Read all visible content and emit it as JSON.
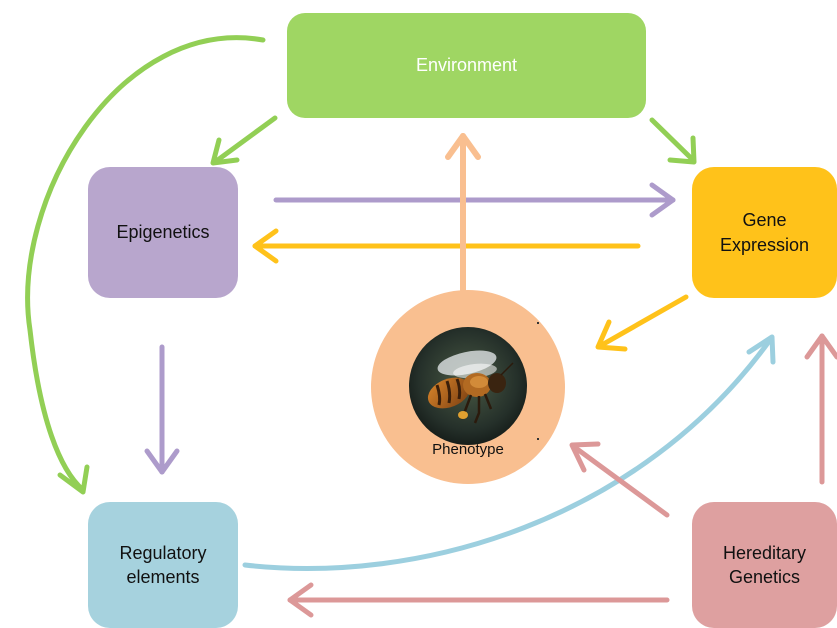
{
  "nodes": {
    "environment": {
      "label": "Environment",
      "color": "#9fd663"
    },
    "epigenetics": {
      "label": "Epigenetics",
      "color": "#b8a6cd"
    },
    "gene_expression": {
      "label": "Gene\nExpression",
      "color": "#ffc21a"
    },
    "regulatory_elements": {
      "label": "Regulatory\nelements",
      "color": "#a6d2de"
    },
    "hereditary_genetics": {
      "label": "Hereditary\nGenetics",
      "color": "#dea0a0"
    },
    "phenotype": {
      "label": "Phenotype",
      "color": "#f9bf90",
      "image": "honeybee-photo"
    }
  },
  "edges": [
    {
      "from": "Environment",
      "to": "Epigenetics",
      "color": "#92cf55"
    },
    {
      "from": "Environment",
      "to": "Gene Expression",
      "color": "#92cf55"
    },
    {
      "from": "Environment",
      "to": "Regulatory elements",
      "color": "#92cf55"
    },
    {
      "from": "Epigenetics",
      "to": "Gene Expression",
      "color": "#ad9bcb"
    },
    {
      "from": "Gene Expression",
      "to": "Epigenetics",
      "color": "#ffc21a"
    },
    {
      "from": "Epigenetics",
      "to": "Regulatory elements",
      "color": "#ad9bcb"
    },
    {
      "from": "Gene Expression",
      "to": "Phenotype",
      "color": "#ffc21a"
    },
    {
      "from": "Phenotype",
      "to": "Environment",
      "color": "#f9bf90"
    },
    {
      "from": "Regulatory elements",
      "to": "Gene Expression",
      "color": "#9ccfdf"
    },
    {
      "from": "Hereditary Genetics",
      "to": "Gene Expression",
      "color": "#dc9898"
    },
    {
      "from": "Hereditary Genetics",
      "to": "Phenotype",
      "color": "#dc9898"
    },
    {
      "from": "Hereditary Genetics",
      "to": "Regulatory elements",
      "color": "#dc9898"
    }
  ]
}
